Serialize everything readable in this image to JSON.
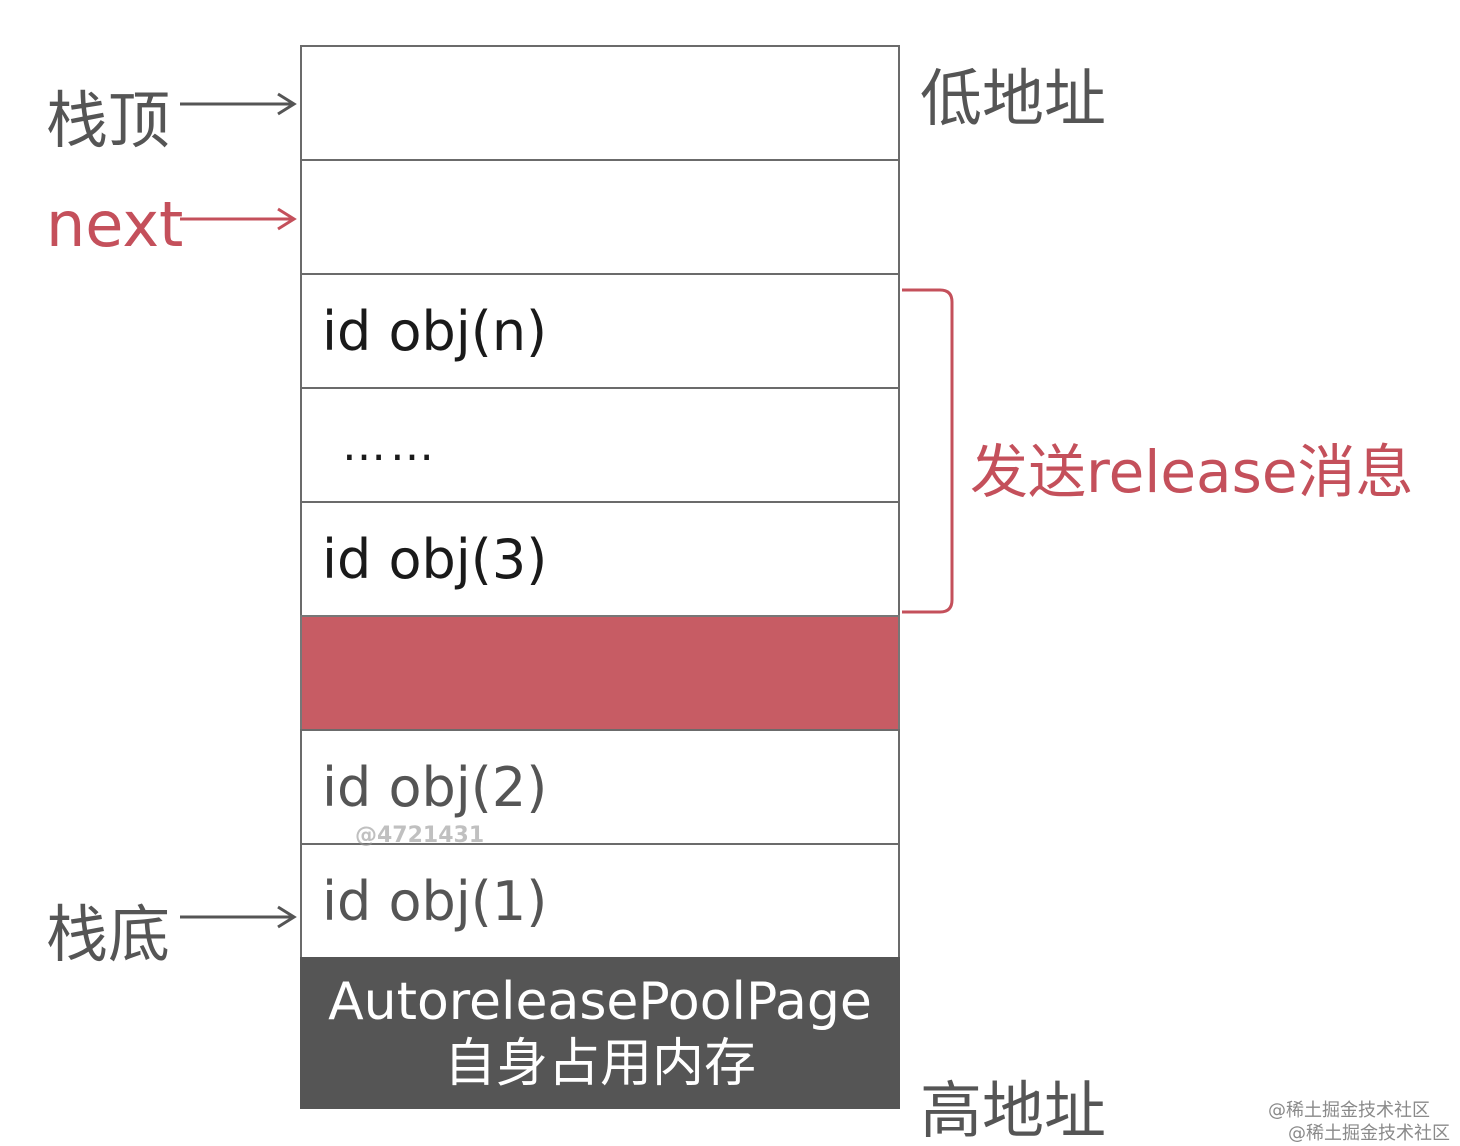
{
  "labels": {
    "stack_top": "栈顶",
    "next": "next",
    "stack_bottom": "栈底",
    "low_address": "低地址",
    "high_address": "高地址",
    "release_message": "发送release消息"
  },
  "cells": {
    "obj_n": "id obj(n)",
    "dots": "……",
    "obj_3": "id obj(3)",
    "obj_2": "id obj(2)",
    "obj_1": "id obj(1)",
    "page_self_line1": "AutoreleasePoolPage",
    "page_self_line2": "自身占用内存"
  },
  "watermarks": {
    "center": "@4721431",
    "corner1": "@稀土掘金技术社区",
    "corner2": "@稀土掘金技术社区"
  },
  "colors": {
    "accent_red": "#c4505b",
    "sentinel_fill": "#c75c64",
    "page_self_fill": "#555555",
    "label_gray": "#555555"
  }
}
